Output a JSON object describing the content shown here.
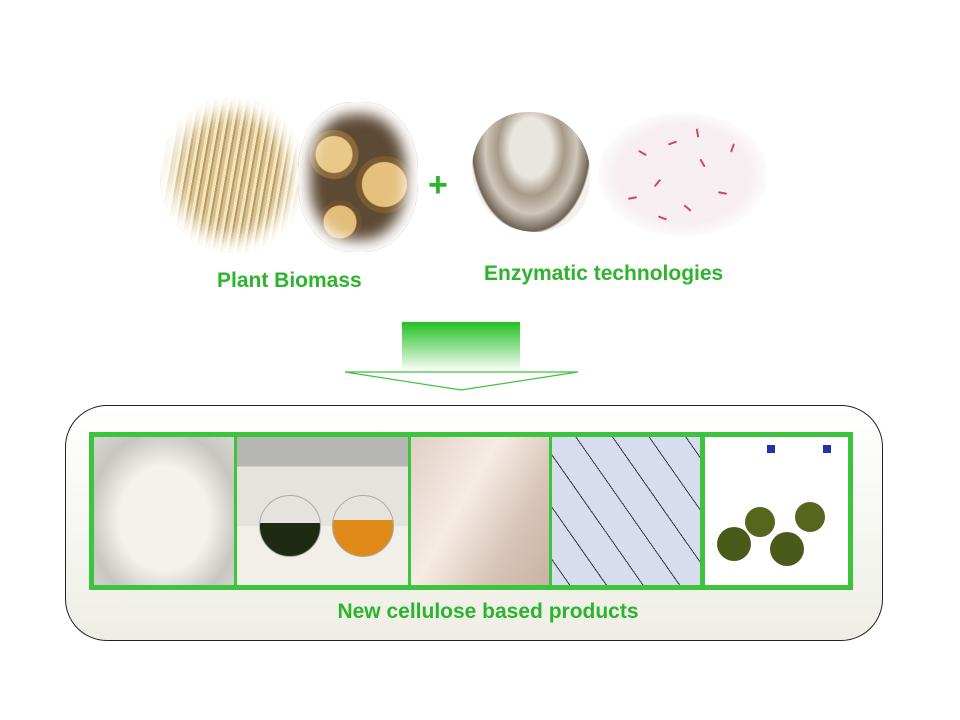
{
  "top": {
    "left_label": "Plant Biomass",
    "plus": "+",
    "right_label": "Enzymatic technologies"
  },
  "bottom": {
    "label": "New cellulose based products"
  },
  "colors": {
    "accent": "#2cb52c",
    "frame": "#3cc43c"
  }
}
